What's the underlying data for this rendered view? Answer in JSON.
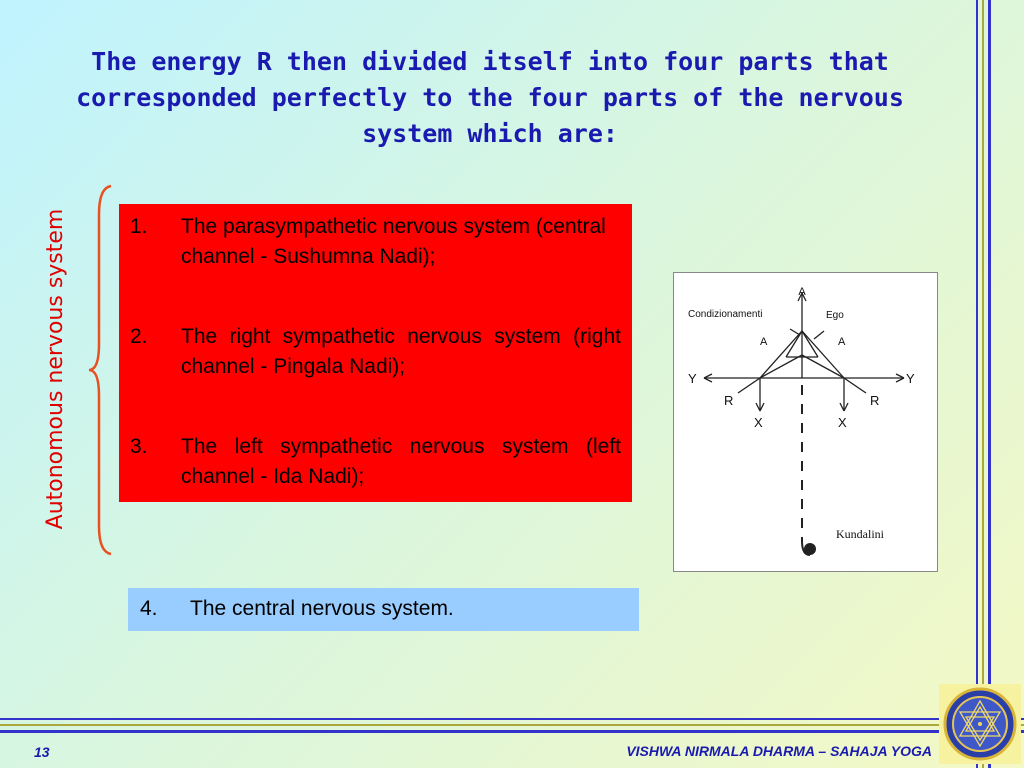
{
  "slide": {
    "title": "The energy R then divided itself into four parts that corresponded perfectly to the four parts of the nervous system which are:",
    "side_label": "Autonomous nervous system",
    "list": [
      {
        "number": "1.",
        "text": "The parasympathetic nervous system (central channel - Sushumna Nadi);"
      },
      {
        "number": "2.",
        "text": "The right sympathetic nervous system (right channel - Pingala Nadi);"
      },
      {
        "number": "3.",
        "text": "The left sympathetic nervous system (left channel - Ida Nadi);"
      }
    ],
    "item4": {
      "number": "4.",
      "text": "The central nervous system."
    },
    "diagram": {
      "top_label": "A",
      "left_caption": "Condizionamenti",
      "right_caption": "Ego",
      "inner_left": "A",
      "inner_right": "A",
      "y_left": "Y",
      "y_right": "Y",
      "r_left": "R",
      "r_right": "R",
      "x_left": "X",
      "x_right": "X",
      "base_label": "Kundalini"
    },
    "page_number": "13",
    "footer": "VISHWA NIRMALA DHARMA – SAHAJA YOGA",
    "colors": {
      "title": "#1a1ab0",
      "side_label": "#e00000",
      "list_bg": "#ff0000",
      "item4_bg": "#99ccff",
      "rule": "#3333cc"
    }
  }
}
